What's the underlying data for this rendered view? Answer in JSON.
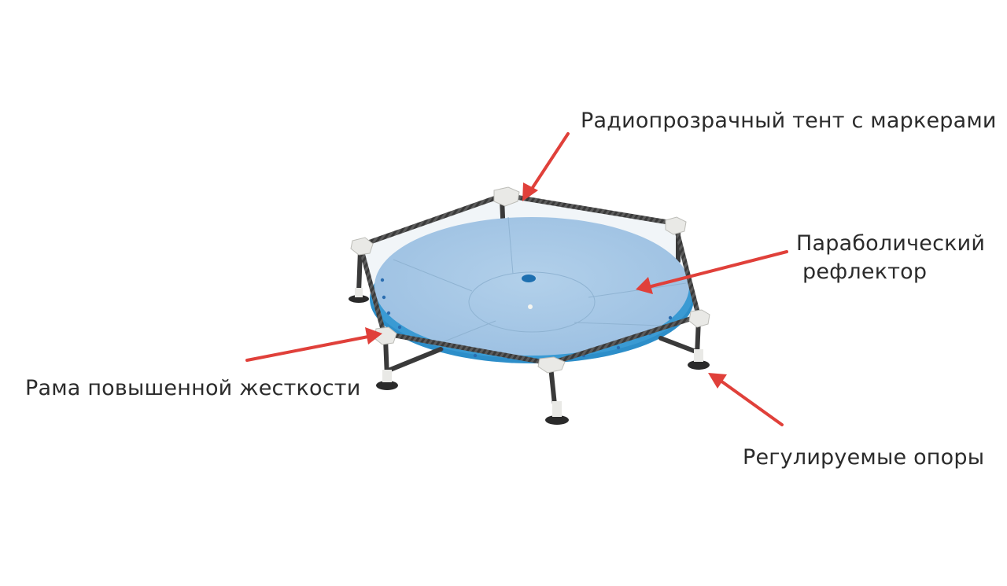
{
  "labels": {
    "tent": "Радиопрозрачный тент с маркерами",
    "reflector_line1": "Параболический",
    "reflector_line2": "рефлектор",
    "frame": "Рама повышенной жесткости",
    "supports": "Регулируемые опоры"
  },
  "colors": {
    "arrow": "#e0403a",
    "reflector_top": "#a9c9e6",
    "reflector_rim": "#2d8ec9",
    "frame_rod": "#3a3a3a",
    "connector": "#e9e9e6",
    "tent": "#dfe8ef",
    "text": "#2b2b2b"
  }
}
